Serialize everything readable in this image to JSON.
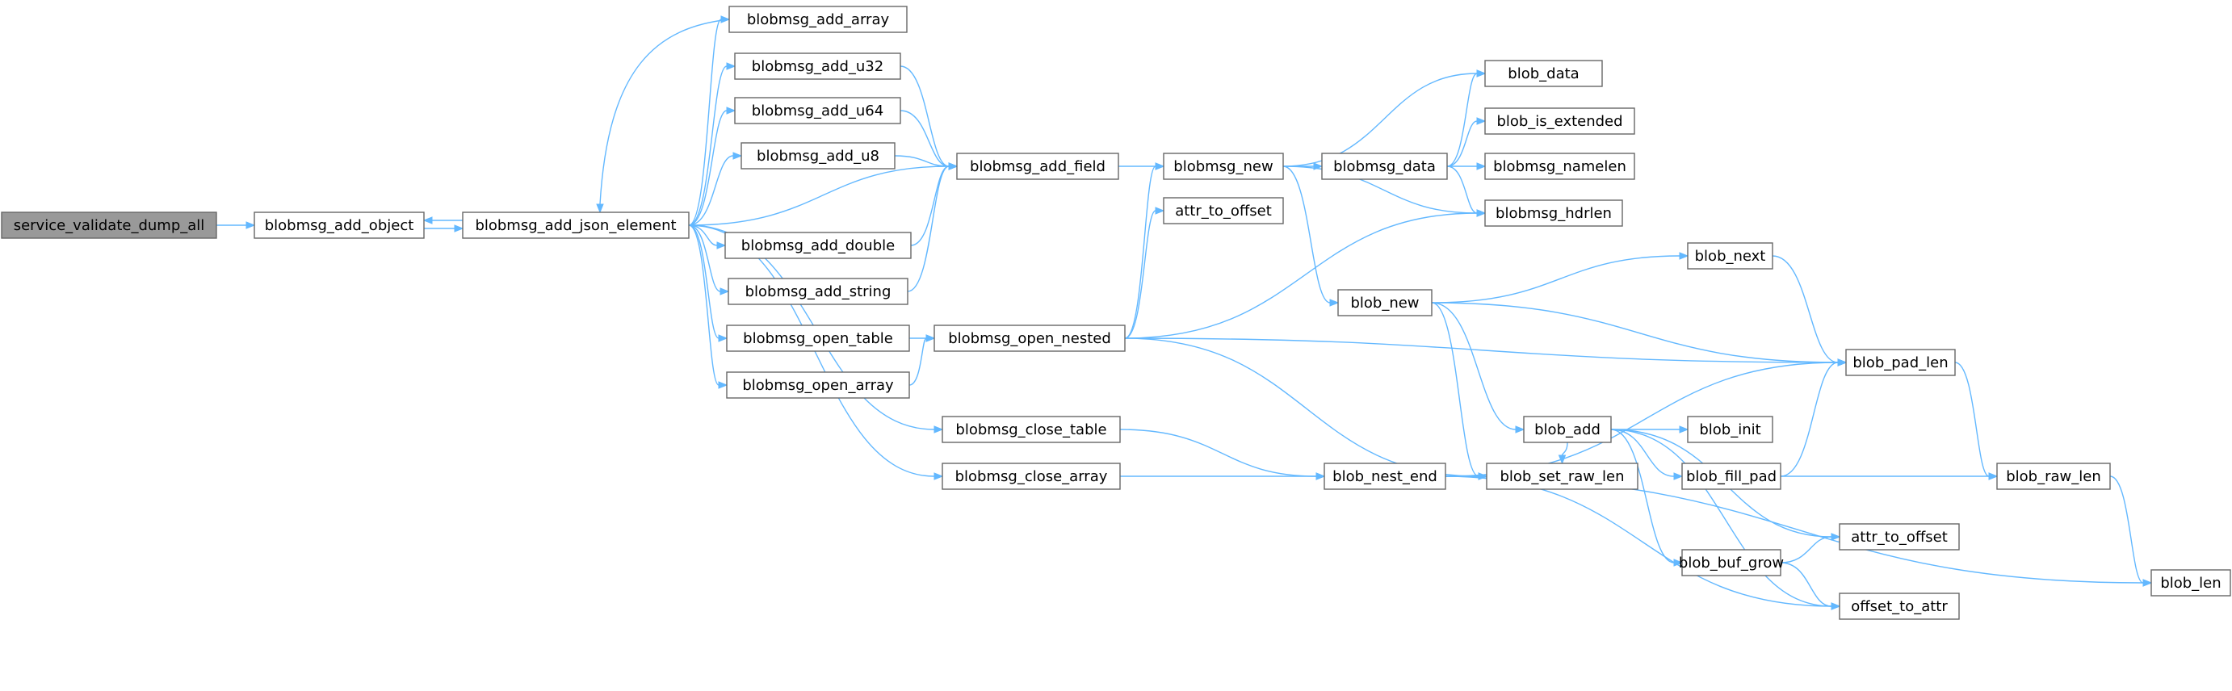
{
  "colors": {
    "edge": "#63b8ff",
    "node_border": "#666666",
    "node_fill": "#ffffff",
    "root_fill": "#999999"
  },
  "nodes": [
    {
      "id": "n_root",
      "label": "service_validate_dump_all",
      "root": true
    },
    {
      "id": "n_add_object",
      "label": "blobmsg_add_object"
    },
    {
      "id": "n_add_json_element",
      "label": "blobmsg_add_json_element"
    },
    {
      "id": "n_add_array",
      "label": "blobmsg_add_array"
    },
    {
      "id": "n_add_u32",
      "label": "blobmsg_add_u32"
    },
    {
      "id": "n_add_u64",
      "label": "blobmsg_add_u64"
    },
    {
      "id": "n_add_u8",
      "label": "blobmsg_add_u8"
    },
    {
      "id": "n_add_double",
      "label": "blobmsg_add_double"
    },
    {
      "id": "n_add_string",
      "label": "blobmsg_add_string"
    },
    {
      "id": "n_open_table",
      "label": "blobmsg_open_table"
    },
    {
      "id": "n_open_array",
      "label": "blobmsg_open_array"
    },
    {
      "id": "n_close_table",
      "label": "blobmsg_close_table"
    },
    {
      "id": "n_close_array",
      "label": "blobmsg_close_array"
    },
    {
      "id": "n_add_field",
      "label": "blobmsg_add_field"
    },
    {
      "id": "n_open_nested",
      "label": "blobmsg_open_nested"
    },
    {
      "id": "n_blobmsg_new",
      "label": "blobmsg_new"
    },
    {
      "id": "n_attr_to_offset_1",
      "label": "attr_to_offset"
    },
    {
      "id": "n_blobmsg_data",
      "label": "blobmsg_data"
    },
    {
      "id": "n_blob_data",
      "label": "blob_data"
    },
    {
      "id": "n_blob_is_extended",
      "label": "blob_is_extended"
    },
    {
      "id": "n_blobmsg_namelen",
      "label": "blobmsg_namelen"
    },
    {
      "id": "n_blobmsg_hdrlen",
      "label": "blobmsg_hdrlen"
    },
    {
      "id": "n_blob_new",
      "label": "blob_new"
    },
    {
      "id": "n_blob_next",
      "label": "blob_next"
    },
    {
      "id": "n_blob_pad_len",
      "label": "blob_pad_len"
    },
    {
      "id": "n_blob_nest_end",
      "label": "blob_nest_end"
    },
    {
      "id": "n_blob_add",
      "label": "blob_add"
    },
    {
      "id": "n_blob_init",
      "label": "blob_init"
    },
    {
      "id": "n_blob_fill_pad",
      "label": "blob_fill_pad"
    },
    {
      "id": "n_blob_set_raw_len",
      "label": "blob_set_raw_len"
    },
    {
      "id": "n_blob_raw_len",
      "label": "blob_raw_len"
    },
    {
      "id": "n_blob_buf_grow",
      "label": "blob_buf_grow"
    },
    {
      "id": "n_attr_to_offset_2",
      "label": "attr_to_offset"
    },
    {
      "id": "n_offset_to_attr",
      "label": "offset_to_attr"
    },
    {
      "id": "n_blob_len",
      "label": "blob_len"
    }
  ],
  "edges": [
    {
      "from": "n_root",
      "to": "n_add_object"
    },
    {
      "from": "n_add_object",
      "to": "n_add_json_element"
    },
    {
      "from": "n_add_json_element",
      "to": "n_add_object"
    },
    {
      "from": "n_add_json_element",
      "to": "n_add_array"
    },
    {
      "from": "n_add_json_element",
      "to": "n_add_u32"
    },
    {
      "from": "n_add_json_element",
      "to": "n_add_u64"
    },
    {
      "from": "n_add_json_element",
      "to": "n_add_u8"
    },
    {
      "from": "n_add_json_element",
      "to": "n_add_field"
    },
    {
      "from": "n_add_json_element",
      "to": "n_add_double"
    },
    {
      "from": "n_add_json_element",
      "to": "n_add_string"
    },
    {
      "from": "n_add_json_element",
      "to": "n_open_table"
    },
    {
      "from": "n_add_json_element",
      "to": "n_open_array"
    },
    {
      "from": "n_add_json_element",
      "to": "n_close_table"
    },
    {
      "from": "n_add_json_element",
      "to": "n_close_array"
    },
    {
      "from": "n_add_array",
      "to": "n_add_json_element"
    },
    {
      "from": "n_add_u32",
      "to": "n_add_field"
    },
    {
      "from": "n_add_u64",
      "to": "n_add_field"
    },
    {
      "from": "n_add_u8",
      "to": "n_add_field"
    },
    {
      "from": "n_add_double",
      "to": "n_add_field"
    },
    {
      "from": "n_add_string",
      "to": "n_add_field"
    },
    {
      "from": "n_open_table",
      "to": "n_open_nested"
    },
    {
      "from": "n_open_array",
      "to": "n_open_nested"
    },
    {
      "from": "n_close_table",
      "to": "n_blob_nest_end"
    },
    {
      "from": "n_close_array",
      "to": "n_blob_nest_end"
    },
    {
      "from": "n_add_field",
      "to": "n_blobmsg_new"
    },
    {
      "from": "n_open_nested",
      "to": "n_blobmsg_new"
    },
    {
      "from": "n_open_nested",
      "to": "n_attr_to_offset_1"
    },
    {
      "from": "n_open_nested",
      "to": "n_blobmsg_hdrlen"
    },
    {
      "from": "n_open_nested",
      "to": "n_blob_pad_len"
    },
    {
      "from": "n_open_nested",
      "to": "n_blob_set_raw_len"
    },
    {
      "from": "n_blobmsg_new",
      "to": "n_blob_data"
    },
    {
      "from": "n_blobmsg_new",
      "to": "n_blobmsg_data"
    },
    {
      "from": "n_blobmsg_new",
      "to": "n_blobmsg_hdrlen"
    },
    {
      "from": "n_blobmsg_new",
      "to": "n_blob_new"
    },
    {
      "from": "n_blobmsg_data",
      "to": "n_blob_data"
    },
    {
      "from": "n_blobmsg_data",
      "to": "n_blob_is_extended"
    },
    {
      "from": "n_blobmsg_data",
      "to": "n_blobmsg_namelen"
    },
    {
      "from": "n_blobmsg_data",
      "to": "n_blobmsg_hdrlen"
    },
    {
      "from": "n_blob_new",
      "to": "n_blob_next"
    },
    {
      "from": "n_blob_new",
      "to": "n_blob_pad_len"
    },
    {
      "from": "n_blob_new",
      "to": "n_blob_add"
    },
    {
      "from": "n_blob_new",
      "to": "n_blob_set_raw_len"
    },
    {
      "from": "n_blob_next",
      "to": "n_blob_pad_len"
    },
    {
      "from": "n_blob_nest_end",
      "to": "n_blob_pad_len"
    },
    {
      "from": "n_blob_nest_end",
      "to": "n_blob_set_raw_len"
    },
    {
      "from": "n_blob_nest_end",
      "to": "n_offset_to_attr"
    },
    {
      "from": "n_blob_nest_end",
      "to": "n_blob_len"
    },
    {
      "from": "n_blob_add",
      "to": "n_blob_init"
    },
    {
      "from": "n_blob_add",
      "to": "n_blob_fill_pad"
    },
    {
      "from": "n_blob_add",
      "to": "n_blob_set_raw_len"
    },
    {
      "from": "n_blob_add",
      "to": "n_blob_buf_grow"
    },
    {
      "from": "n_blob_add",
      "to": "n_attr_to_offset_2"
    },
    {
      "from": "n_blob_add",
      "to": "n_offset_to_attr"
    },
    {
      "from": "n_blob_fill_pad",
      "to": "n_blob_pad_len"
    },
    {
      "from": "n_blob_fill_pad",
      "to": "n_blob_raw_len"
    },
    {
      "from": "n_blob_buf_grow",
      "to": "n_attr_to_offset_2"
    },
    {
      "from": "n_blob_buf_grow",
      "to": "n_offset_to_attr"
    },
    {
      "from": "n_blob_pad_len",
      "to": "n_blob_raw_len"
    },
    {
      "from": "n_blob_raw_len",
      "to": "n_blob_len"
    }
  ]
}
